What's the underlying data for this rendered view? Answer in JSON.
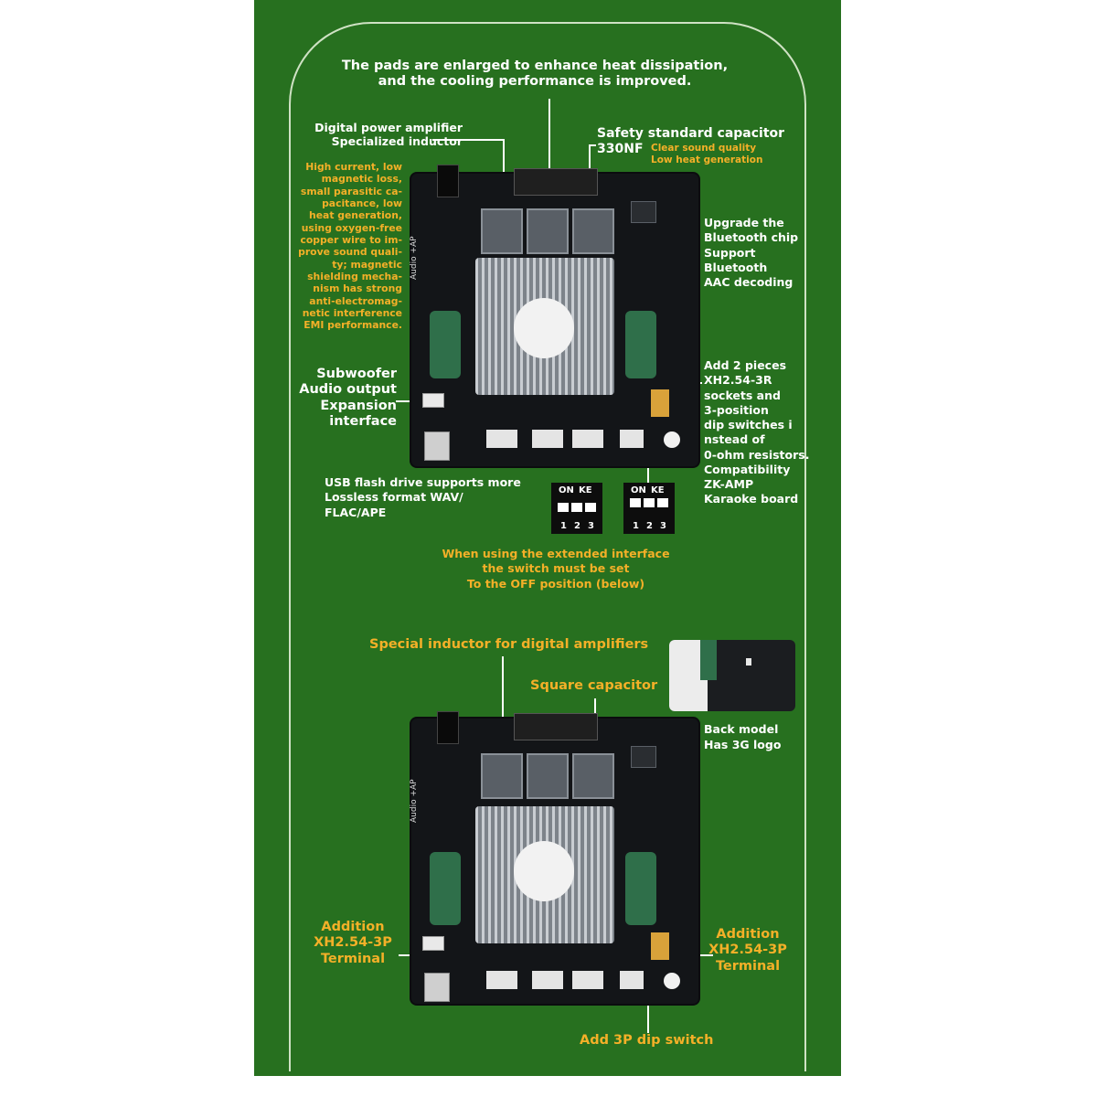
{
  "panel": {
    "background": "#27701f",
    "accent_text": "#f4b028"
  },
  "top": {
    "heading": [
      "The pads are enlarged to enhance heat dissipation,",
      "and the cooling performance is improved."
    ],
    "inductor_title": [
      "Digital power amplifier",
      "Specialized inductor"
    ],
    "inductor_desc": [
      "High current, low",
      "magnetic loss,",
      "small parasitic ca-",
      "pacitance, low",
      "heat generation,",
      "using oxygen-free",
      "copper wire to im-",
      "prove sound quali-",
      "ty; magnetic",
      "shielding mecha-",
      "nism has strong",
      "anti-electromag-",
      "netic interference",
      "EMI performance."
    ],
    "capacitor_title": [
      "Safety standard capacitor",
      "330NF"
    ],
    "capacitor_desc": [
      "Clear sound quality",
      "Low heat generation"
    ],
    "bluetooth": [
      "Upgrade the",
      "Bluetooth chip",
      "Support",
      "Bluetooth",
      "AAC decoding"
    ],
    "subwoofer": [
      "Subwoofer",
      "Audio output",
      "Expansion",
      "interface"
    ],
    "sockets": [
      "Add 2 pieces",
      "XH2.54-3R",
      "sockets and",
      "3-position",
      "dip switches i",
      "nstead of",
      "0-ohm resistors.",
      "Compatibility",
      "ZK-AMP",
      "Karaoke board"
    ],
    "usb": [
      "USB flash drive supports more",
      "Lossless format WAV/",
      "FLAC/APE"
    ],
    "switch_note": [
      "When using the extended interface",
      "the switch must be set",
      "To the OFF position (below)"
    ],
    "board_label": "Audio +AP"
  },
  "dip": {
    "on": "ON",
    "ke": "KE",
    "numbers": [
      "1",
      "2",
      "3"
    ]
  },
  "bottom": {
    "special_inductor": "Special inductor for digital amplifiers",
    "square_capacitor": "Square capacitor",
    "back_model": [
      "Back model",
      "Has 3G logo"
    ],
    "addition_left": [
      "Addition",
      "XH2.54-3P",
      "Terminal"
    ],
    "addition_right": [
      "Addition",
      "XH2.54-3P",
      "Terminal"
    ],
    "dip_switch": "Add 3P dip switch",
    "board_label": "Audio +AP"
  }
}
